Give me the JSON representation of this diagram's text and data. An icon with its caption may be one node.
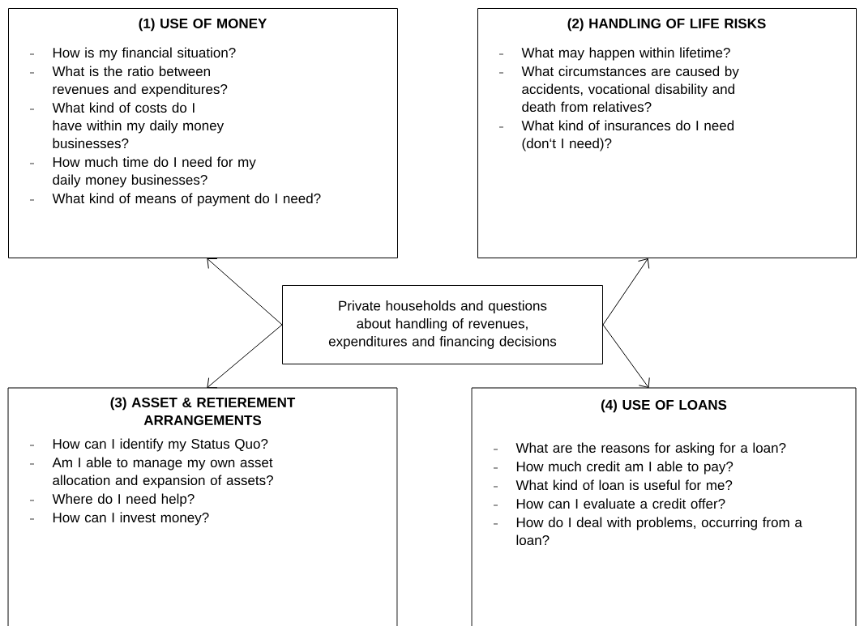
{
  "diagram": {
    "nodes": [
      {
        "text": [
          "(1) USE OF MONEY",
          "How is my financial situation?",
          "What is the ratio between revenues and expenditures?",
          "What kind of costs do I have within my daily money businesses?",
          "How much time do I need for my daily money businesses?",
          "What kind of means of payment do I need?"
        ]
      },
      {
        "text": [
          "(2) HANDLING OF LIFE RISKS",
          "What may happen within lifetime?",
          "What circumstances are caused by accidents, vocational disability and death from relatives?",
          "What kind of insurances do I need (don‘t I need)?"
        ]
      },
      {
        "text": [
          "Private households and questions about handling of revenues, expenditures and financing decisions"
        ]
      },
      {
        "text": [
          "(3) ASSET & RETIEREMENT ARRANGEMENTS",
          "How can I identify my Status Quo?",
          "Am I able to manage my own asset allocation and expansion of assets?",
          "Where do I need help?",
          "How can I invest money?"
        ]
      },
      {
        "text": [
          "(4) USE OF LOANS",
          "What are the reasons for asking for a loan?",
          "How much credit am I able to pay?",
          "What kind of loan is useful for me?",
          "How can I evaluate a credit offer?",
          "How do I deal with problems, occurring from a loan?"
        ]
      }
    ],
    "edges": [
      {
        "from": 2,
        "to": 0,
        "arrow": "to"
      },
      {
        "from": 2,
        "to": 1,
        "arrow": "to"
      },
      {
        "from": 2,
        "to": 3,
        "arrow": "to"
      },
      {
        "from": 2,
        "to": 4,
        "arrow": "to"
      }
    ]
  }
}
